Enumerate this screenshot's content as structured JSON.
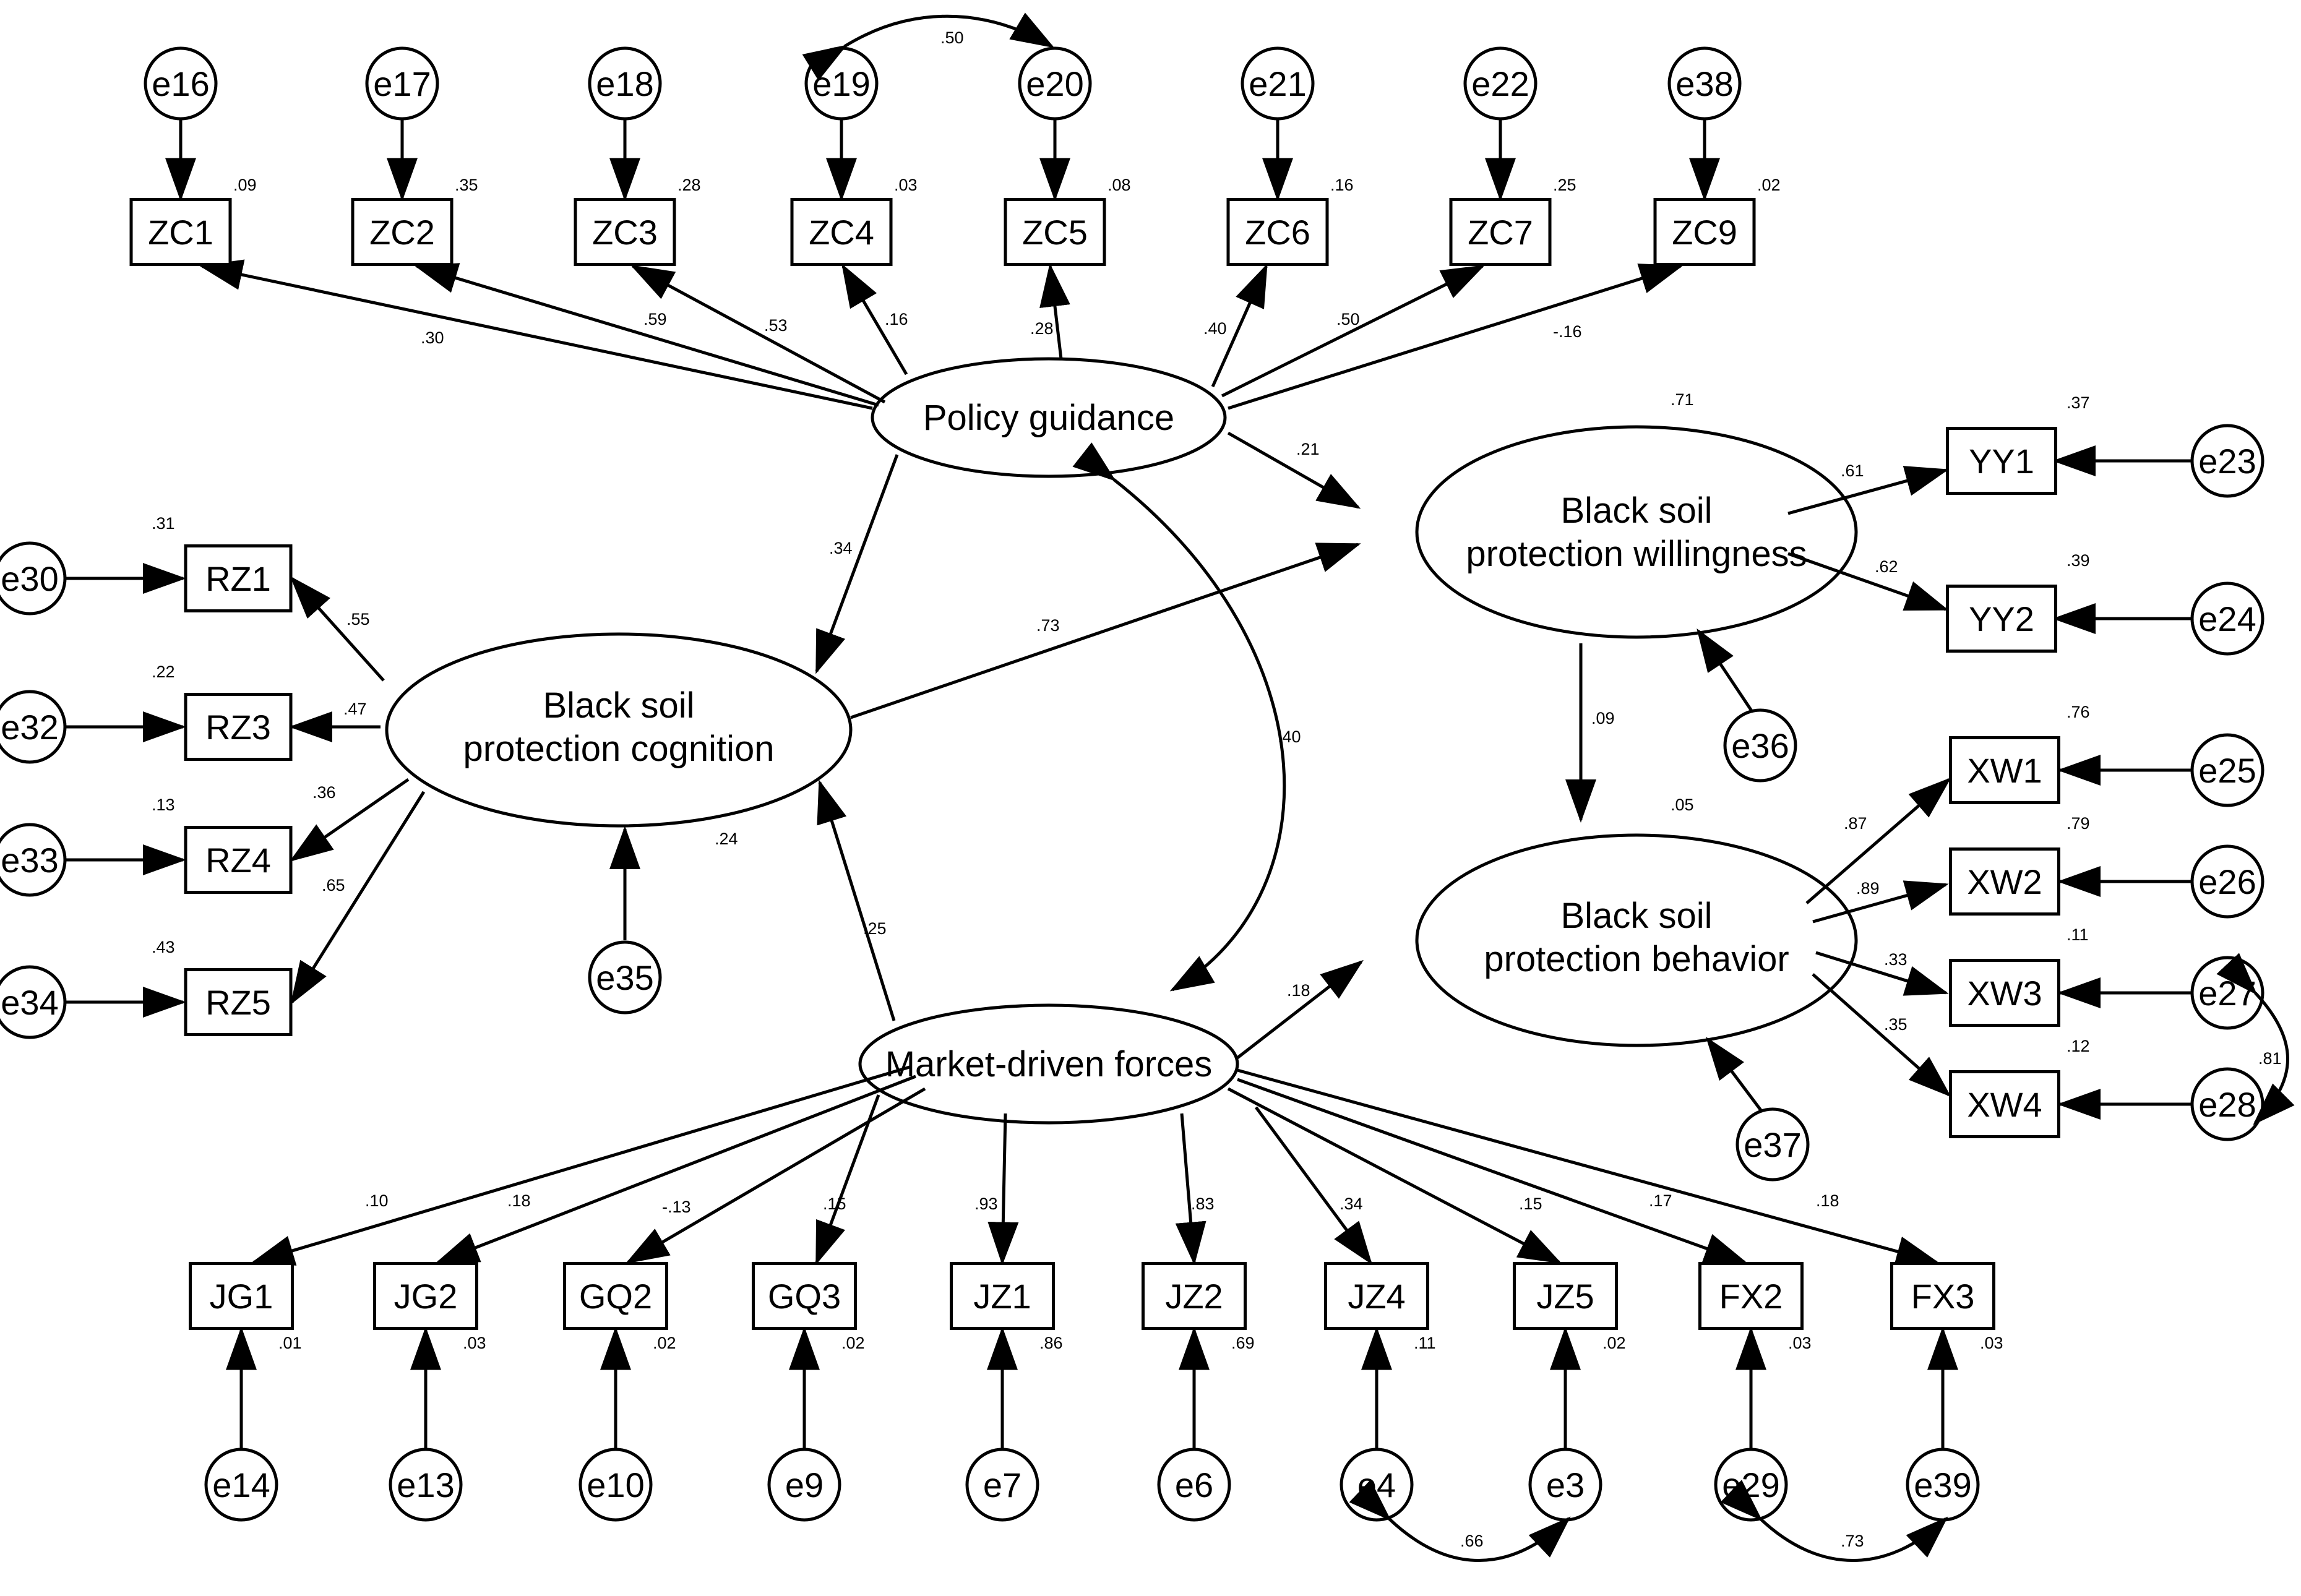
{
  "latent": {
    "policy": {
      "label": "Policy guidance"
    },
    "cognition": {
      "line1": "Black soil",
      "line2": "protection cognition"
    },
    "willingness": {
      "line1": "Black soil",
      "line2": "protection willingness",
      "r2": ".71"
    },
    "behavior": {
      "line1": "Black soil",
      "line2": "protection behavior",
      "r2": ".05"
    },
    "market": {
      "label": "Market-driven forces"
    }
  },
  "indicators": {
    "zc": [
      {
        "label": "ZC1",
        "r2": ".09",
        "loading": ".30",
        "error": "e16"
      },
      {
        "label": "ZC2",
        "r2": ".35",
        "loading": ".59",
        "error": "e17"
      },
      {
        "label": "ZC3",
        "r2": ".28",
        "loading": ".53",
        "error": "e18"
      },
      {
        "label": "ZC4",
        "r2": ".03",
        "loading": ".16",
        "error": "e19"
      },
      {
        "label": "ZC5",
        "r2": ".08",
        "loading": ".28",
        "error": "e20"
      },
      {
        "label": "ZC6",
        "r2": ".16",
        "loading": ".40",
        "error": "e21"
      },
      {
        "label": "ZC7",
        "r2": ".25",
        "loading": ".50",
        "error": "e22"
      },
      {
        "label": "ZC9",
        "r2": ".02",
        "loading": "-.16",
        "error": "e38"
      }
    ],
    "rz": [
      {
        "label": "RZ1",
        "r2": ".31",
        "loading": ".55",
        "error": "e30"
      },
      {
        "label": "RZ3",
        "r2": ".22",
        "loading": ".47",
        "error": "e32"
      },
      {
        "label": "RZ4",
        "r2": ".13",
        "loading": ".36",
        "error": "e33"
      },
      {
        "label": "RZ5",
        "r2": ".43",
        "loading": ".65",
        "error": "e34"
      }
    ],
    "yy": [
      {
        "label": "YY1",
        "r2": ".37",
        "loading": ".61",
        "error": "e23"
      },
      {
        "label": "YY2",
        "r2": ".39",
        "loading": ".62",
        "error": "e24"
      }
    ],
    "xw": [
      {
        "label": "XW1",
        "r2": ".76",
        "loading": ".87",
        "error": "e25"
      },
      {
        "label": "XW2",
        "r2": ".79",
        "loading": ".89",
        "error": "e26"
      },
      {
        "label": "XW3",
        "r2": ".11",
        "loading": ".33",
        "error": "e27"
      },
      {
        "label": "XW4",
        "r2": ".12",
        "loading": ".35",
        "error": "e28"
      }
    ],
    "market": [
      {
        "label": "JG1",
        "r2": ".01",
        "loading": ".10",
        "error": "e14"
      },
      {
        "label": "JG2",
        "r2": ".03",
        "loading": ".18",
        "error": "e13"
      },
      {
        "label": "GQ2",
        "r2": ".02",
        "loading": "-.13",
        "error": "e10"
      },
      {
        "label": "GQ3",
        "r2": ".02",
        "loading": ".15",
        "error": "e9"
      },
      {
        "label": "JZ1",
        "r2": ".86",
        "loading": ".93",
        "error": "e7"
      },
      {
        "label": "JZ2",
        "r2": ".69",
        "loading": ".83",
        "error": "e6"
      },
      {
        "label": "JZ4",
        "r2": ".11",
        "loading": ".34",
        "error": "e4"
      },
      {
        "label": "JZ5",
        "r2": ".02",
        "loading": ".15",
        "error": "e3"
      },
      {
        "label": "FX2",
        "r2": ".03",
        "loading": ".17",
        "error": "e29"
      },
      {
        "label": "FX3",
        "r2": ".03",
        "loading": ".18",
        "error": "e39"
      }
    ]
  },
  "disturbances": {
    "cognition": "e35",
    "willingness": "e36",
    "behavior": "e37"
  },
  "paths": {
    "policy_to_cognition": ".34",
    "policy_to_willingness": ".21",
    "cognition_to_willingness": ".73",
    "market_to_cognition": ".25",
    "willingness_to_behavior": ".09",
    "market_to_behavior": ".18",
    "cognition_r2": ".24"
  },
  "covariances": {
    "policy_market": ".40",
    "e19_e20": ".50",
    "e27_e28": ".81",
    "e4_e3": ".66",
    "e29_e39": ".73"
  }
}
